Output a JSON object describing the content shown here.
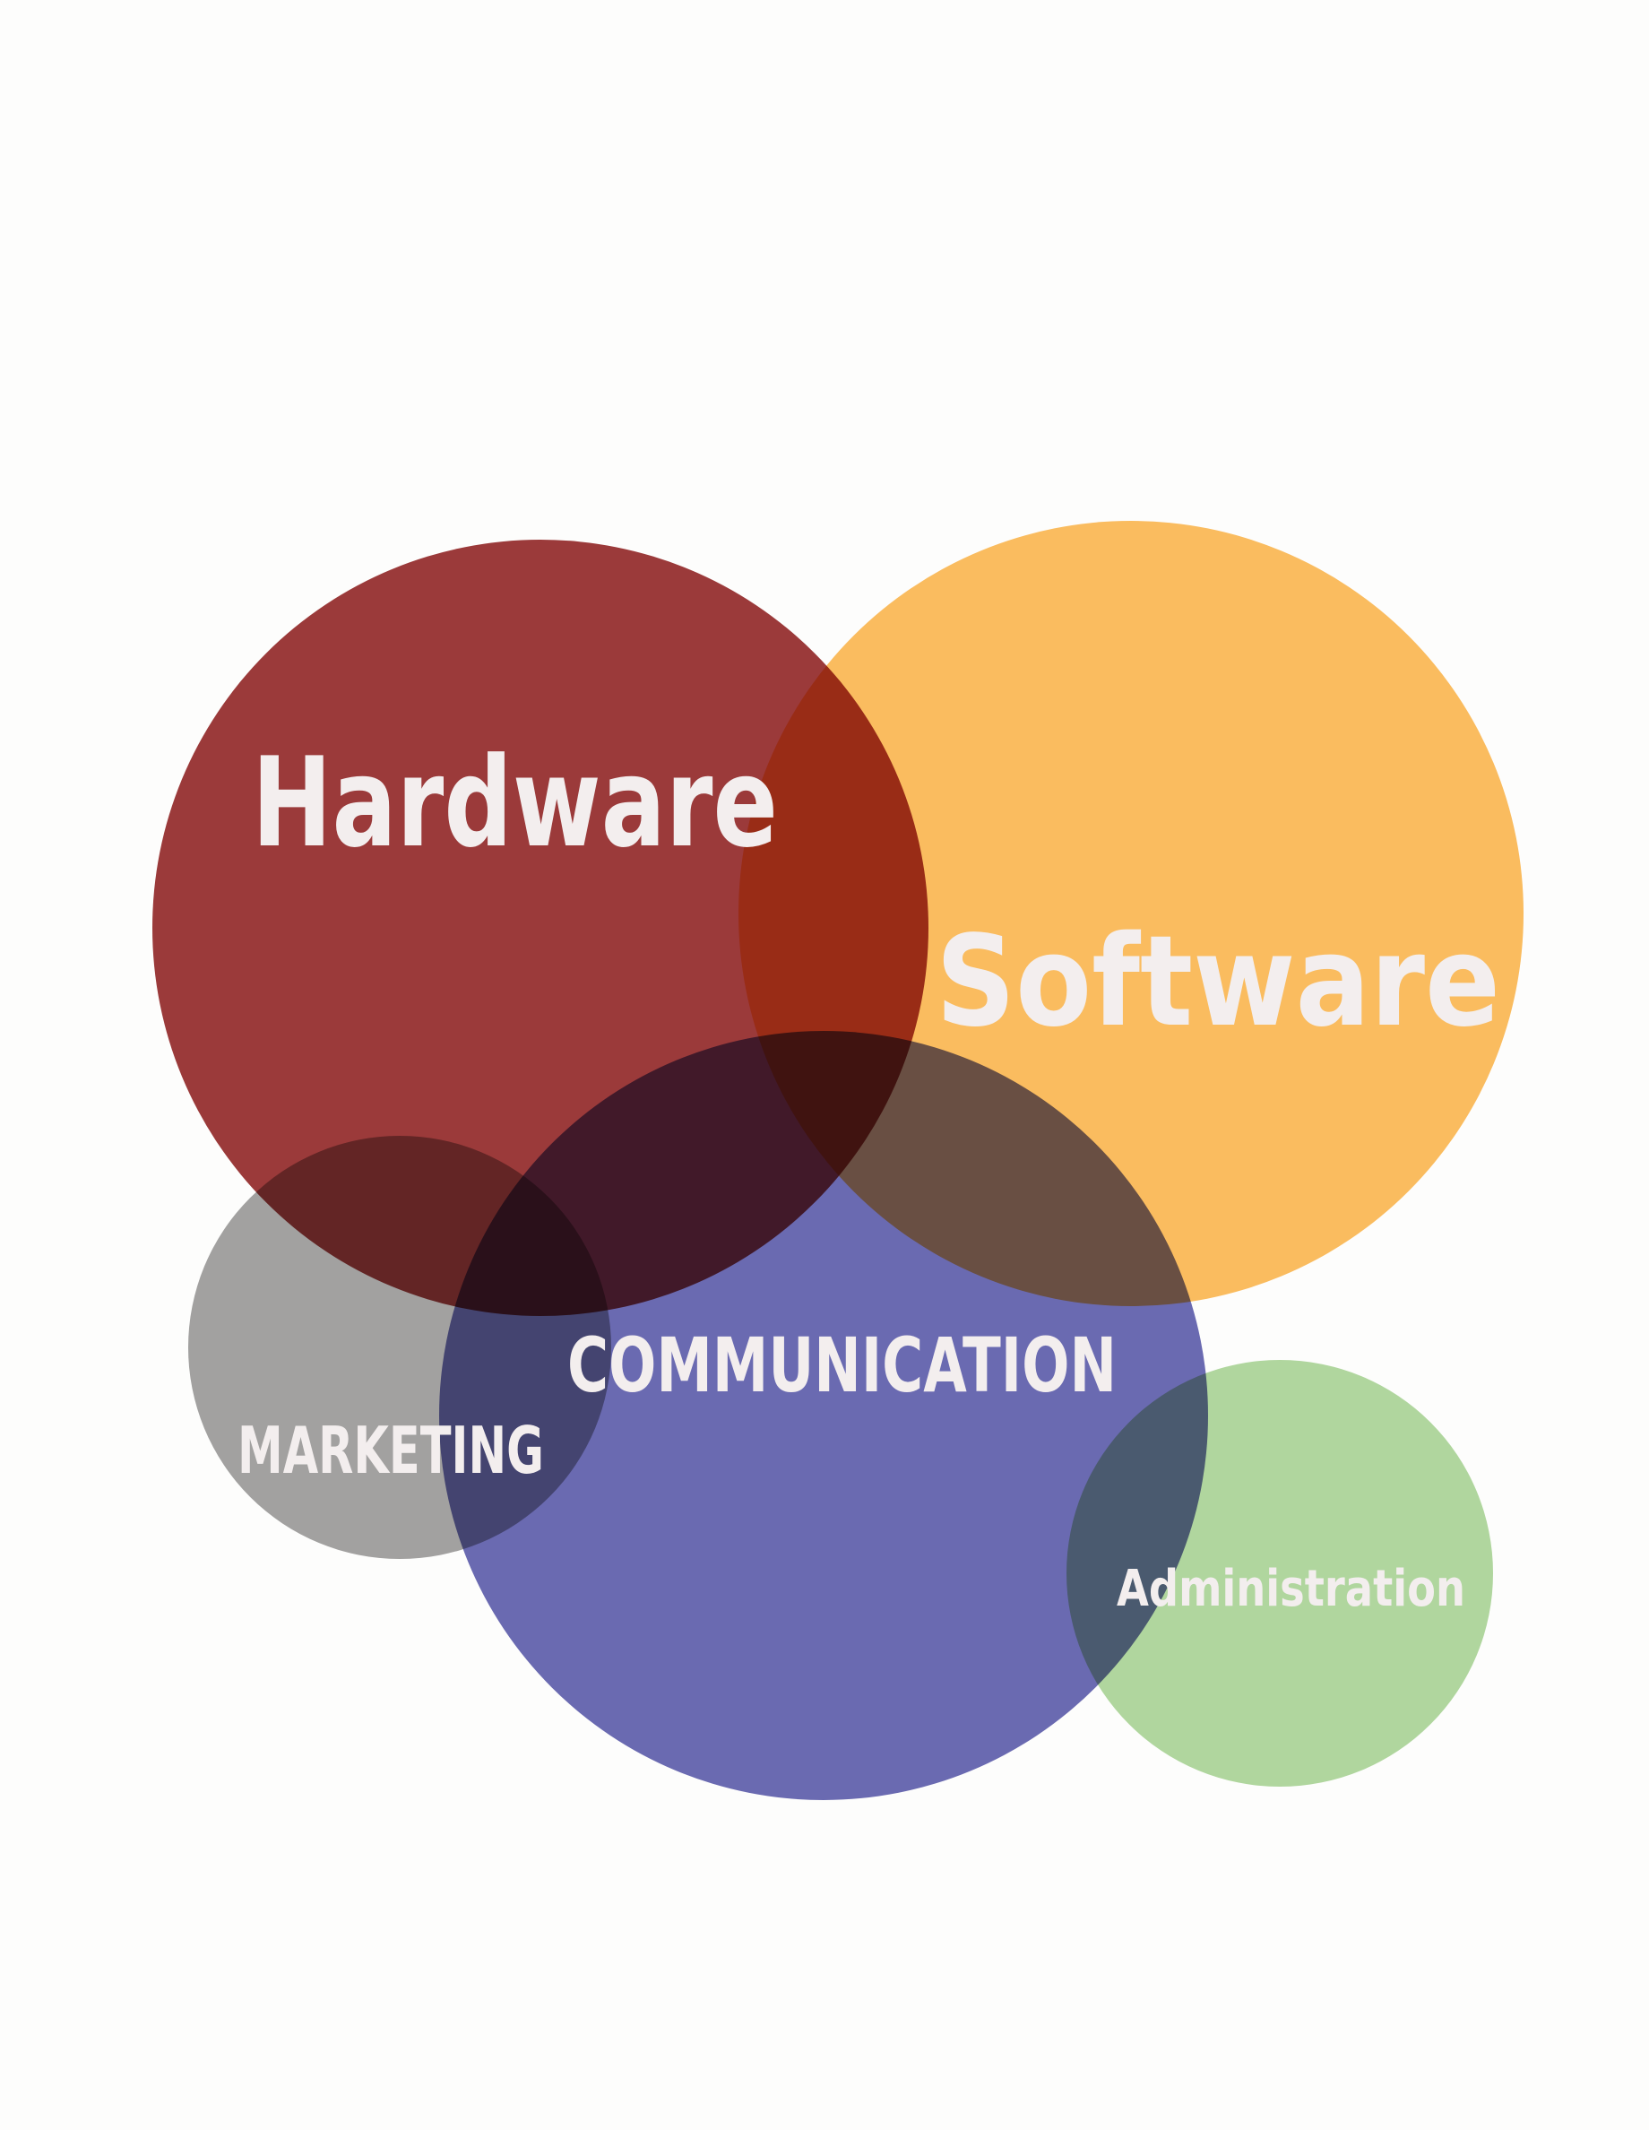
{
  "background": "#fdfdfc",
  "circles": [
    {
      "id": "hardware",
      "label": "Hardware",
      "color": "#9c3a3a"
    },
    {
      "id": "software",
      "label": "Software",
      "color": "#fcbe60"
    },
    {
      "id": "marketing",
      "label": "MARKETING",
      "color": "#a3a2a2"
    },
    {
      "id": "communication",
      "label": "COMMUNICATION",
      "color": "#6b6bb3"
    },
    {
      "id": "administration",
      "label": "Administration",
      "color": "#b2d8a0"
    }
  ]
}
